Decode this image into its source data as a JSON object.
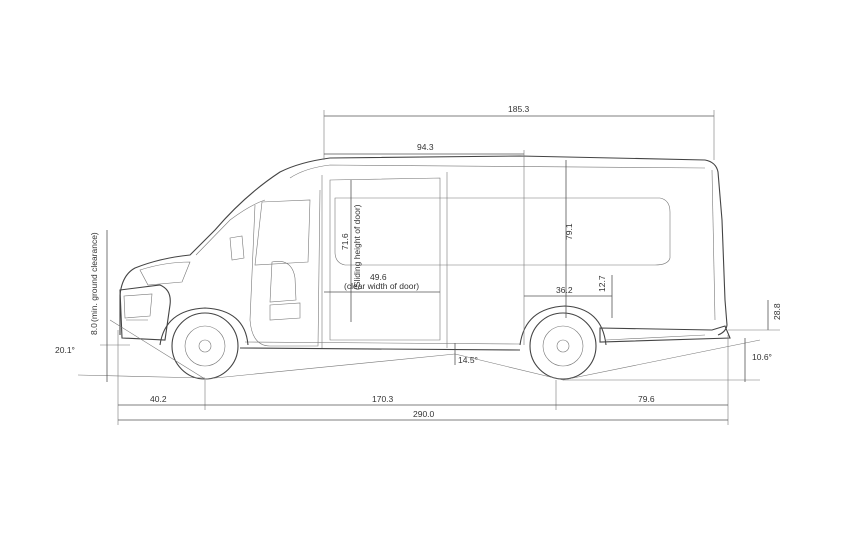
{
  "diagram": {
    "subject": "cargo van side-view dimension drawing",
    "dimensions": {
      "overall_length_upper": "185.3",
      "side_door_span": "94.3",
      "interior_height": "79.1",
      "sliding_door_height": "71.6",
      "sliding_door_height_note": "(Sliding height of door)",
      "door_clear_width": "49.6",
      "door_clear_width_note": "(clear width of door)",
      "wheel_arch_width": "36.2",
      "wheel_arch_height": "12.7",
      "rear_floor_height": "28.8",
      "ground_clearance": "8.0",
      "ground_clearance_note": "(min. ground clearance)",
      "approach_angle": "20.1°",
      "ramp_angle": "14.5°",
      "departure_angle": "10.6°",
      "front_overhang": "40.2",
      "wheelbase": "170.3",
      "rear_overhang": "79.6",
      "overall_length": "290.0"
    }
  }
}
